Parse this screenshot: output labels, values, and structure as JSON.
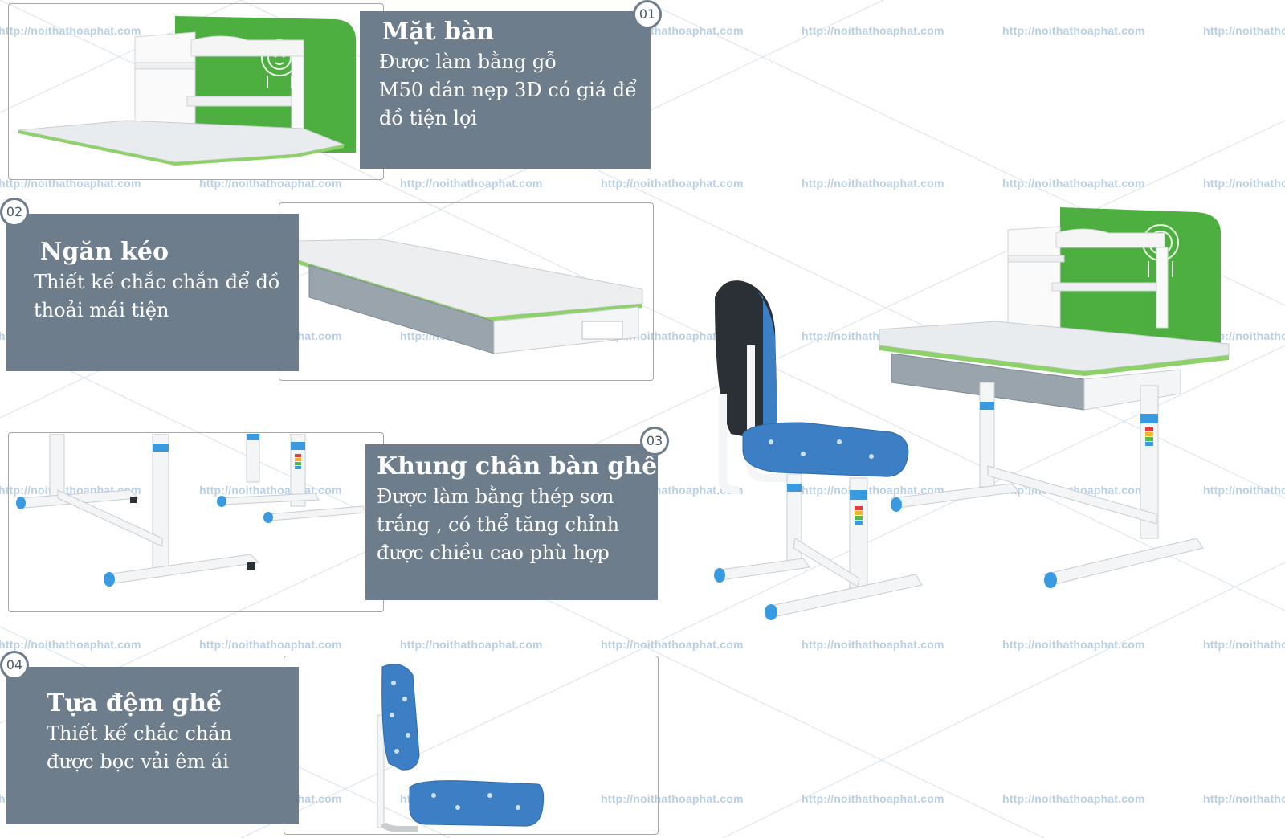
{
  "watermark": "http://noithathoaphat.com",
  "colors": {
    "panel": "#6e7d8c",
    "panel_text": "#ffffff",
    "green": "#4caf3f",
    "desk_top": "#e9ecee",
    "blue_foot": "#3a9ae0",
    "seat_fabric": "#3d7fc4",
    "backrest_dark": "#2b2f36",
    "watermark": "#b9cfe6"
  },
  "features": [
    {
      "number": "01",
      "title": "Mặt bàn",
      "description": "Được làm bằng gỗ\nM50 dán nẹp 3D có giá để\nđồ tiện lợi"
    },
    {
      "number": "02",
      "title": "Ngăn kéo",
      "description": "Thiết kế chắc chắn để đồ\nthoải mái tiện"
    },
    {
      "number": "03",
      "title": "Khung chân bàn ghế",
      "description": "Được làm bằng thép sơn\ntrắng , có thể tăng chỉnh\nđược chiều cao phù hợp"
    },
    {
      "number": "04",
      "title": "Tựa đệm ghế",
      "description": "Thiết kế chắc chắn\nđược bọc vải êm ái"
    }
  ],
  "icons": {
    "lion": "lion-sketch-icon"
  }
}
